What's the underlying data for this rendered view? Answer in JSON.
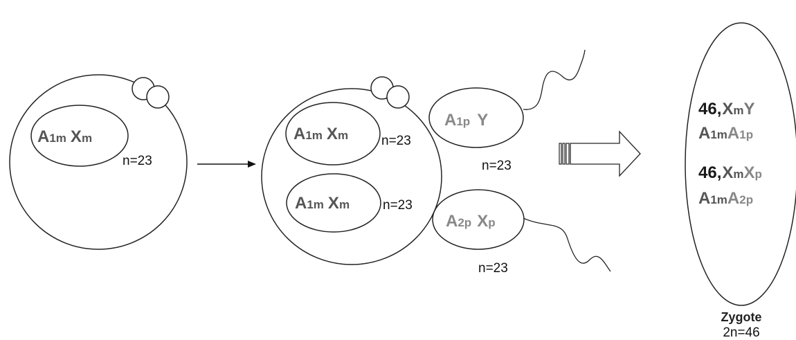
{
  "oocyte": {
    "nucleus": {
      "a": "A",
      "a_sub": "1m",
      "x": "X",
      "x_sub": "m"
    },
    "ploidy": "n=23"
  },
  "fertilized_egg": {
    "maternal_nucleus_1": {
      "a": "A",
      "a_sub": "1m",
      "x": "X",
      "x_sub": "m",
      "ploidy": "n=23"
    },
    "maternal_nucleus_2": {
      "a": "A",
      "a_sub": "1m",
      "x": "X",
      "x_sub": "m",
      "ploidy": "n=23"
    },
    "sperm_1": {
      "a": "A",
      "a_sub": "1p",
      "y": "Y",
      "ploidy": "n=23"
    },
    "sperm_2": {
      "a": "A",
      "a_sub": "2p",
      "x": "X",
      "x_sub": "p",
      "ploidy": "n=23"
    }
  },
  "zygote": {
    "karyotype_1": {
      "num": "46,",
      "x": "X",
      "x_sub": "m",
      "y": "Y"
    },
    "genotype_1": {
      "a1": "A",
      "a1_sub": "1m",
      "a2": "A",
      "a2_sub": "1p"
    },
    "karyotype_2": {
      "num": "46,",
      "x": "X",
      "x_sub": "m",
      "x2": "X",
      "x2_sub": "p"
    },
    "genotype_2": {
      "a1": "A",
      "a1_sub": "1m",
      "a2": "A",
      "a2_sub": "2p"
    },
    "label": "Zygote",
    "ploidy": "2n=46"
  }
}
